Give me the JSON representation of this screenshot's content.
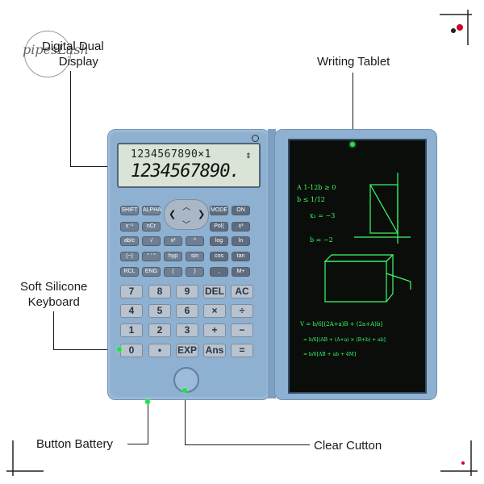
{
  "watermark": "pipesLash",
  "labels": {
    "display": "Digital Dual\nDisplay",
    "display_line1": "Digital Dual",
    "display_line2": "Display",
    "tablet": "Writing Tablet",
    "keyboard_line1": "Soft Silicone",
    "keyboard_line2": "Keyboard",
    "battery": "Button Battery",
    "clear": "Clear Cutton"
  },
  "lcd": {
    "top_line": "1234567890×1",
    "bottom_line": "1234567890."
  },
  "keys_small": [
    [
      "SHIFT",
      "ALPHA",
      "",
      "",
      "MODE",
      "ON"
    ],
    [
      "x⁻¹",
      "nCr",
      "",
      "",
      "Pol(",
      "x³"
    ],
    [
      "ab/c",
      "√",
      "x²",
      "^",
      "log",
      "ln"
    ],
    [
      "(−)",
      "° ′ ″",
      "hyp",
      "sin",
      "cos",
      "tan"
    ],
    [
      "RCL",
      "ENG",
      "(",
      ")",
      ",",
      "M+"
    ]
  ],
  "keys_big": [
    [
      "7",
      "8",
      "9",
      "DEL",
      "AC"
    ],
    [
      "4",
      "5",
      "6",
      "×",
      "÷"
    ],
    [
      "1",
      "2",
      "3",
      "+",
      "−"
    ],
    [
      "0",
      "•",
      "EXP",
      "Ans",
      "="
    ]
  ],
  "tablet_notes": [
    "A 1-12b ≥ 0",
    "b ≤ 1/12",
    "x₁ = −3",
    "b = −2",
    "V = b/6[(2A+a)B + (2a+A)b]",
    "= b/6[(AB + (A+a) × (B+b) + ab]",
    "= b/6[AB + ab + 4M]"
  ],
  "colors": {
    "body": "#8eb0d1",
    "screen": "#0a0d0a",
    "ink": "#3dff6a",
    "indicator": "#22e04a"
  }
}
